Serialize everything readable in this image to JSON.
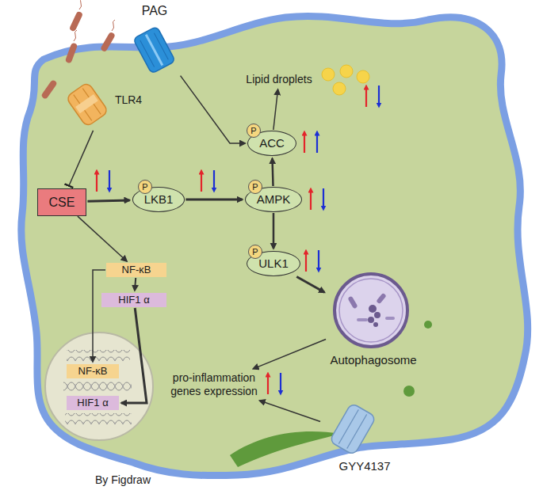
{
  "diagram": {
    "nodes": [
      {
        "text": [
          "PAG"
        ]
      },
      {
        "text": [
          "Lipid droplets"
        ]
      },
      {
        "text": [
          "TLR4"
        ]
      },
      {
        "text": [
          "ACC"
        ]
      },
      {
        "text": [
          "CSE"
        ]
      },
      {
        "text": [
          "LKB1"
        ]
      },
      {
        "text": [
          "AMPK"
        ]
      },
      {
        "text": [
          "ULK1"
        ]
      },
      {
        "text": [
          "NF-κB"
        ]
      },
      {
        "text": [
          "HIF1 α"
        ]
      },
      {
        "text": [
          "NF-κB"
        ]
      },
      {
        "text": [
          "HIF1 α"
        ]
      },
      {
        "text": [
          "Autophagosome"
        ]
      },
      {
        "text": [
          "pro-inflammation genes expression"
        ]
      },
      {
        "text": [
          "GYY4137"
        ]
      }
    ],
    "edges": [
      {
        "from": 2,
        "to": 4,
        "arrow": "to"
      },
      {
        "from": 0,
        "to": 3,
        "arrow": "to"
      },
      {
        "from": 3,
        "to": 1,
        "arrow": "to"
      },
      {
        "from": 4,
        "to": 5,
        "arrow": "to"
      },
      {
        "from": 5,
        "to": 6,
        "arrow": "to"
      },
      {
        "from": 6,
        "to": 3,
        "arrow": "to"
      },
      {
        "from": 6,
        "to": 7,
        "arrow": "to"
      },
      {
        "from": 7,
        "to": 12,
        "arrow": "to"
      },
      {
        "from": 4,
        "to": 8,
        "arrow": "to"
      },
      {
        "from": 8,
        "to": 9,
        "arrow": "to"
      },
      {
        "from": 8,
        "to": 10,
        "arrow": "to"
      },
      {
        "from": 9,
        "to": 11,
        "arrow": "to"
      },
      {
        "from": 12,
        "to": 13,
        "arrow": "to"
      },
      {
        "from": 14,
        "to": 13,
        "arrow": "to"
      }
    ],
    "labels": [
      "P",
      "P",
      "P",
      "P",
      "By Figdraw"
    ]
  }
}
